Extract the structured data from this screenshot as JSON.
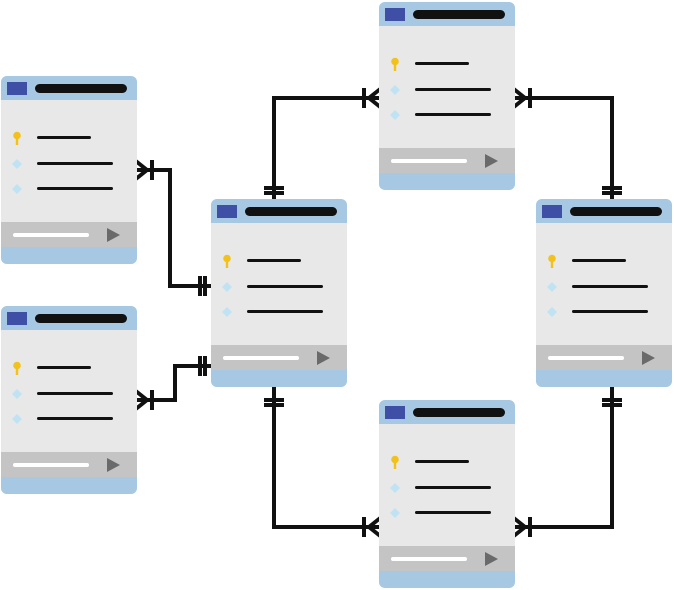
{
  "diagram": {
    "type": "entity-relationship",
    "tables": [
      {
        "id": "top-center",
        "fields": [
          "primary-key",
          "attribute",
          "attribute"
        ]
      },
      {
        "id": "top-left",
        "fields": [
          "primary-key",
          "attribute",
          "attribute"
        ]
      },
      {
        "id": "bottom-left",
        "fields": [
          "primary-key",
          "attribute",
          "attribute"
        ]
      },
      {
        "id": "center",
        "fields": [
          "primary-key",
          "attribute",
          "attribute"
        ]
      },
      {
        "id": "right",
        "fields": [
          "primary-key",
          "attribute",
          "attribute"
        ]
      },
      {
        "id": "bottom-center",
        "fields": [
          "primary-key",
          "attribute",
          "attribute"
        ]
      }
    ],
    "relationships": [
      {
        "from": "center",
        "to": "top-center",
        "from_end": "one",
        "to_end": "many"
      },
      {
        "from": "right",
        "to": "top-center",
        "from_end": "one",
        "to_end": "many"
      },
      {
        "from": "center",
        "to": "top-left",
        "from_end": "one",
        "to_end": "many"
      },
      {
        "from": "center",
        "to": "bottom-left",
        "from_end": "one",
        "to_end": "many"
      },
      {
        "from": "center",
        "to": "bottom-center",
        "from_end": "one",
        "to_end": "many"
      },
      {
        "from": "right",
        "to": "bottom-center",
        "from_end": "one",
        "to_end": "many"
      }
    ]
  },
  "colors": {
    "header": "#a7c8e2",
    "body": "#e8e8e8",
    "footer": "#c4c4c4",
    "table_icon": "#3f4fa6",
    "key_icon": "#f2c21b",
    "attribute_icon": "#bfe3f2",
    "connector": "#111111"
  },
  "icons": {
    "table": "table-icon",
    "primary_key": "key-icon",
    "attribute": "diamond-icon",
    "footer_action": "play-icon"
  }
}
